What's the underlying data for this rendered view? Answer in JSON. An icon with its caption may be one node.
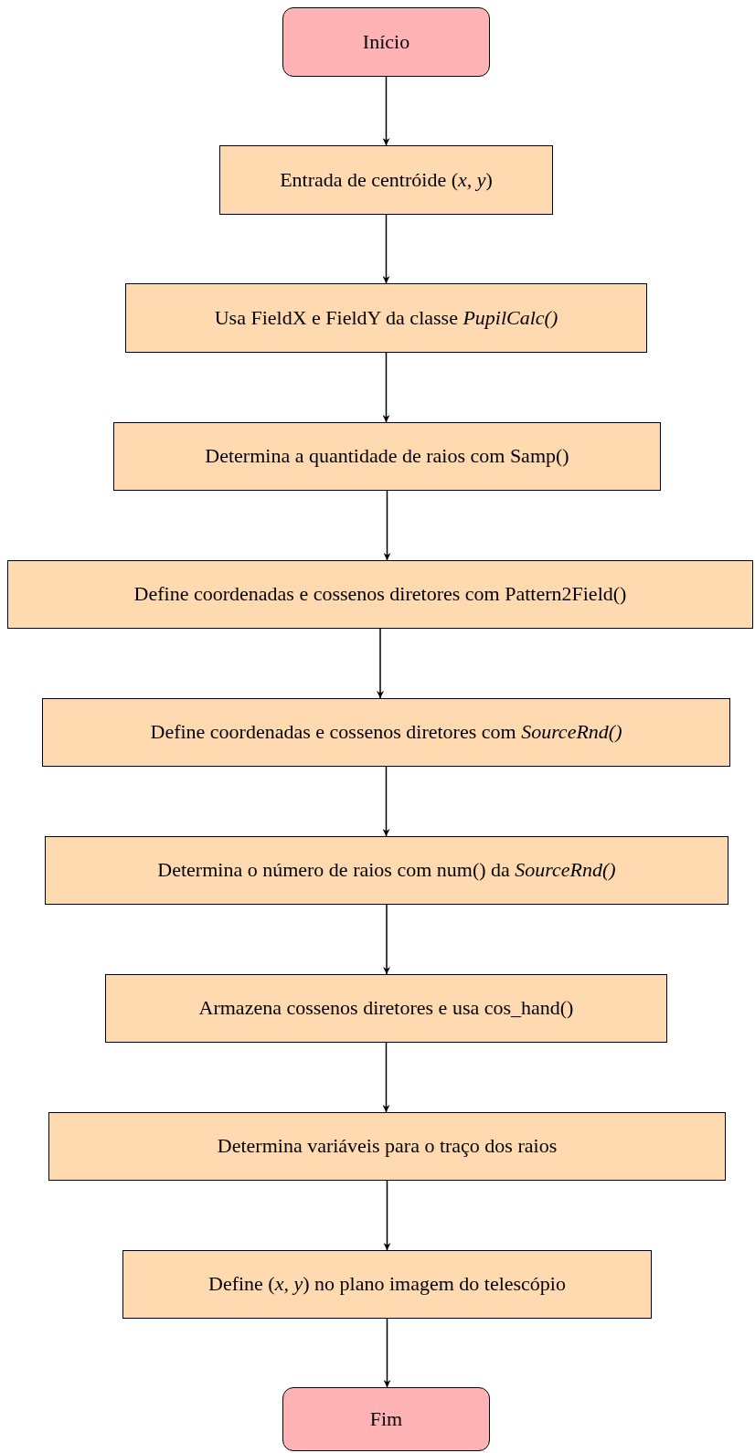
{
  "diagram": {
    "nodes": [
      {
        "text": [
          "Início"
        ]
      },
      {
        "text": [
          "Entrada de centróide (*x, y*)"
        ]
      },
      {
        "text": [
          "Usa FieldX e FieldY da classe *PupilCalc()*"
        ]
      },
      {
        "text": [
          "Determina a quantidade de raios com Samp()"
        ]
      },
      {
        "text": [
          "Define coordenadas e cossenos diretores com Pattern2Field()"
        ]
      },
      {
        "text": [
          "Define coordenadas e cossenos diretores com *SourceRnd()*"
        ]
      },
      {
        "text": [
          "Determina o número de raios com num() da *SourceRnd()*"
        ]
      },
      {
        "text": [
          "Armazena cossenos diretores e usa cos_hand()"
        ]
      },
      {
        "text": [
          "Determina variáveis para o traço dos raios"
        ]
      },
      {
        "text": [
          "Define (*x, y*) no plano imagem do telescópio"
        ]
      },
      {
        "text": [
          "Fim"
        ]
      }
    ],
    "edges": [
      {
        "from": 0,
        "to": 1,
        "arrow": "to"
      },
      {
        "from": 1,
        "to": 2,
        "arrow": "to"
      },
      {
        "from": 2,
        "to": 3,
        "arrow": "to"
      },
      {
        "from": 3,
        "to": 4,
        "arrow": "to"
      },
      {
        "from": 4,
        "to": 5,
        "arrow": "to"
      },
      {
        "from": 5,
        "to": 6,
        "arrow": "to"
      },
      {
        "from": 6,
        "to": 7,
        "arrow": "to"
      },
      {
        "from": 7,
        "to": 8,
        "arrow": "to"
      },
      {
        "from": 8,
        "to": 9,
        "arrow": "to"
      },
      {
        "from": 9,
        "to": 10,
        "arrow": "to"
      }
    ]
  }
}
